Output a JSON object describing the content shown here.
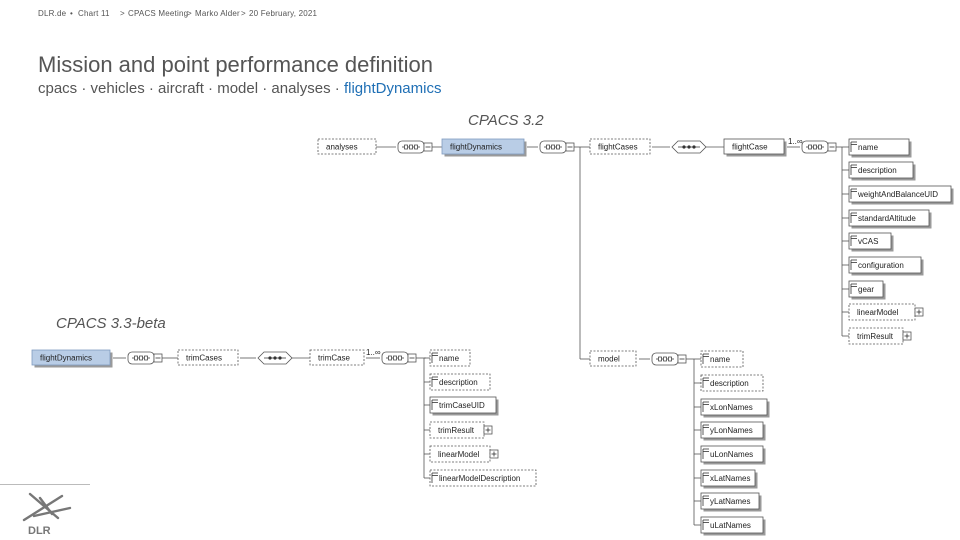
{
  "header": {
    "site": "DLR.de",
    "sep1": "•",
    "chart": "Chart 11",
    "sep2": ">",
    "meeting": "CPACS Meeting",
    "sep3": ">",
    "author": "Marko Alder",
    "sep4": ">",
    "date": "20 February, 2021"
  },
  "title": "Mission and point performance definition",
  "breadcrumb": {
    "path": "cpacs · vehicles · aircraft  · model · analyses · ",
    "current": "flightDynamics"
  },
  "versions": {
    "v32": "CPACS 3.2",
    "v33": "CPACS 3.3-beta"
  },
  "logo_text": "DLR",
  "colors": {
    "highlight_fill": "#b9cde6",
    "highlight_stroke": "#7f9cc0",
    "link": "#1f6fb5"
  },
  "v32": {
    "analyses": "analyses",
    "flightDynamics": "flightDynamics",
    "flightCases": "flightCases",
    "flightCase": "flightCase",
    "multiplicity": "1..∞",
    "children": [
      "name",
      "description",
      "weightAndBalanceUID",
      "standardAltitude",
      "vCAS",
      "configuration",
      "gear",
      "linearModel",
      "trimResult"
    ]
  },
  "v33": {
    "flightDynamics": "flightDynamics",
    "trimCases": "trimCases",
    "trimCase": "trimCase",
    "multiplicity": "1..∞",
    "children": [
      "name",
      "description",
      "trimCaseUID",
      "trimResult",
      "linearModel",
      "linearModelDescription"
    ],
    "model": "model",
    "model_children": [
      "name",
      "description",
      "xLonNames",
      "yLonNames",
      "uLonNames",
      "xLatNames",
      "yLatNames",
      "uLatNames"
    ]
  }
}
